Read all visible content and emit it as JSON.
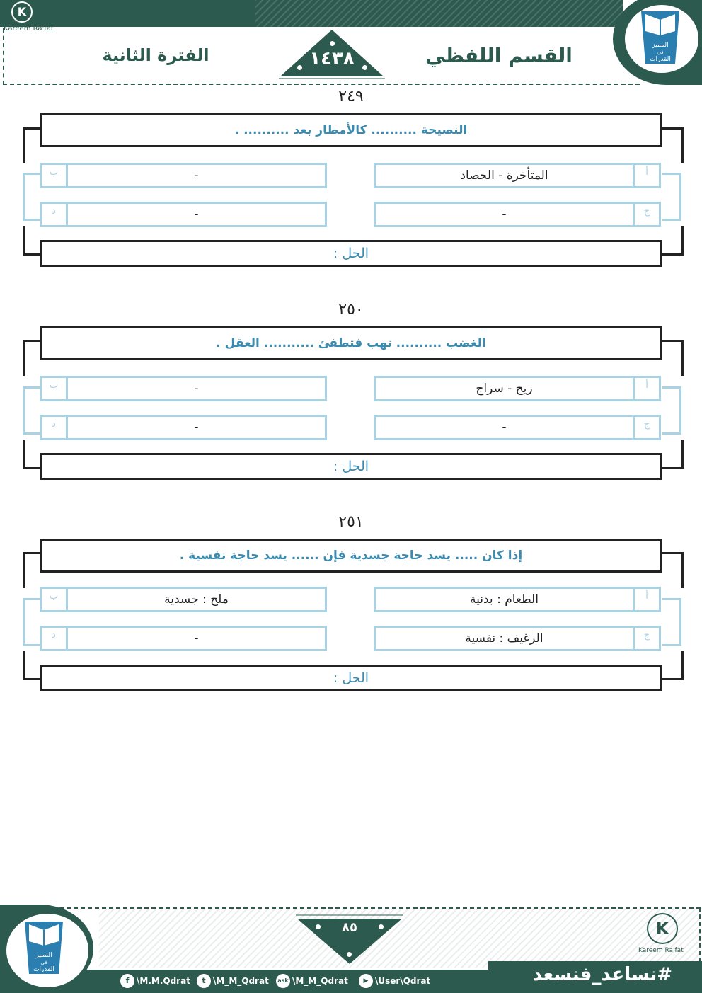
{
  "header": {
    "brand_name": "Kareem Ra'fat",
    "brand_initial": "K",
    "section_title": "القسم اللفظي",
    "period_title": "الفترة الثانية",
    "year": "١٤٣٨",
    "logo_text_1": "المميز",
    "logo_text_2": "في",
    "logo_text_3": "القدرات"
  },
  "questions": [
    {
      "number": "٢٤٩",
      "stem": "النصيحة .......... كالأمطار بعد .......... .",
      "options": [
        {
          "letter": "أ",
          "text": "المتأخرة - الحصاد"
        },
        {
          "letter": "ب",
          "text": "-"
        },
        {
          "letter": "ج",
          "text": "-"
        },
        {
          "letter": "د",
          "text": "-"
        }
      ],
      "solution_label": "الحل :"
    },
    {
      "number": "٢٥٠",
      "stem": "الغضب .......... تهب فتطفئ ........... العقل .",
      "options": [
        {
          "letter": "أ",
          "text": "ريح - سراج"
        },
        {
          "letter": "ب",
          "text": "-"
        },
        {
          "letter": "ج",
          "text": "-"
        },
        {
          "letter": "د",
          "text": "-"
        }
      ],
      "solution_label": "الحل :"
    },
    {
      "number": "٢٥١",
      "stem": "إذا كان ..... يسد حاجة جسدية فإن ...... يسد حاجة نفسية .",
      "options": [
        {
          "letter": "أ",
          "text": "الطعام : بدنية"
        },
        {
          "letter": "ب",
          "text": "ملح : جسدية"
        },
        {
          "letter": "ج",
          "text": "الرغيف : نفسية"
        },
        {
          "letter": "د",
          "text": "-"
        }
      ],
      "solution_label": "الحل :"
    }
  ],
  "footer": {
    "page_number": "٨٥",
    "hashtag": "#نساعد_فنسعد",
    "brand_name": "Kareem Ra'fat",
    "brand_initial": "K",
    "social": [
      {
        "icon": "facebook-icon",
        "glyph": "f",
        "handle": "\\M.M.Qdrat"
      },
      {
        "icon": "twitter-icon",
        "glyph": "t",
        "handle": "\\M_M_Qdrat"
      },
      {
        "icon": "ask-icon",
        "glyph": "ask",
        "handle": "\\M_M_Qdrat"
      },
      {
        "icon": "youtube-icon",
        "glyph": "▶",
        "handle": "\\User\\Qdrat"
      }
    ]
  },
  "colors": {
    "primary": "#2d5a4e",
    "accent_blue": "#3b8bb0",
    "option_border": "#a9d3e2",
    "text": "#222222"
  }
}
